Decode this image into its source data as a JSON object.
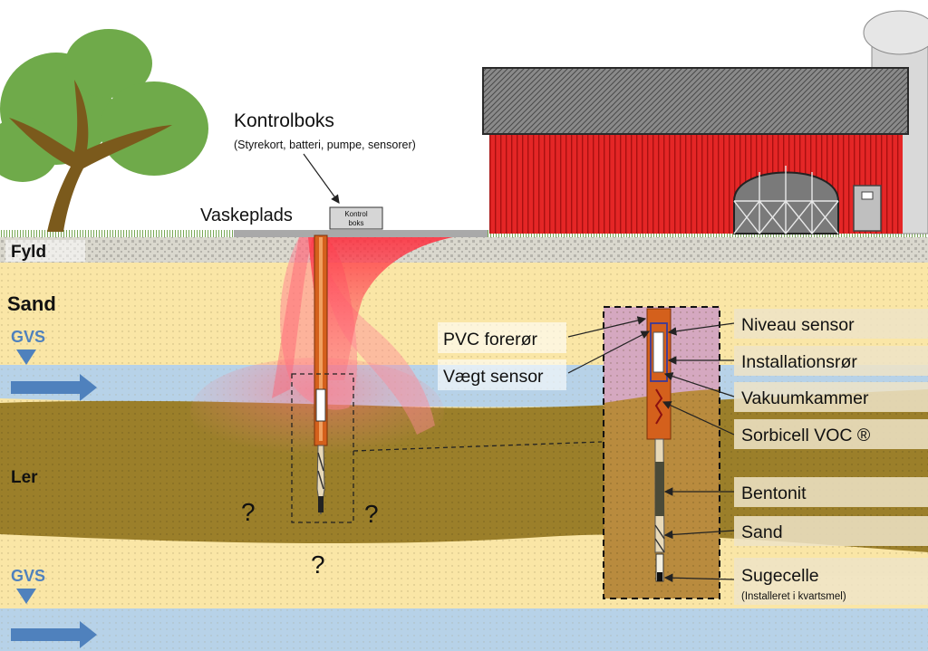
{
  "texts": {
    "kontrolboks_title": "Kontrolboks",
    "kontrolboks_sub": "(Styrekort, batteri, pumpe, sensorer)",
    "vaskeplads": "Vaskeplads",
    "box_line1": "Kontrol",
    "box_line2": "boks",
    "fyld": "Fyld",
    "sand": "Sand",
    "ler": "Ler",
    "gvs_upper": "GVS",
    "gvs_lower": "GVS",
    "question": "?",
    "pvc": "PVC forerør",
    "vaegt": "Vægt sensor",
    "niveau": "Niveau sensor",
    "installationsror": "Installationsrør",
    "vakuumkammer": "Vakuumkammer",
    "sorbicell": "Sorbicell VOC ®",
    "bentonit": "Bentonit",
    "sand_label": "Sand",
    "sugecelle": "Sugecelle",
    "sugecelle_sub": "(Installeret i kvartsmel)"
  },
  "colors": {
    "sky": "#ffffff",
    "tree_leaves": "#6faa4a",
    "tree_trunk": "#7b5a1c",
    "barn_wall": "#e02020",
    "barn_roof": "#7d7d7d",
    "silo": "#d9d9d9",
    "fill": "#b5b5a8",
    "sand": "#fae6a6",
    "groundwater": "#b7d2e8",
    "clay": "#9b7f2a",
    "contamination": "#ff3040",
    "pipe": "#d4601c",
    "gvs_arrow": "#4f81bd"
  }
}
